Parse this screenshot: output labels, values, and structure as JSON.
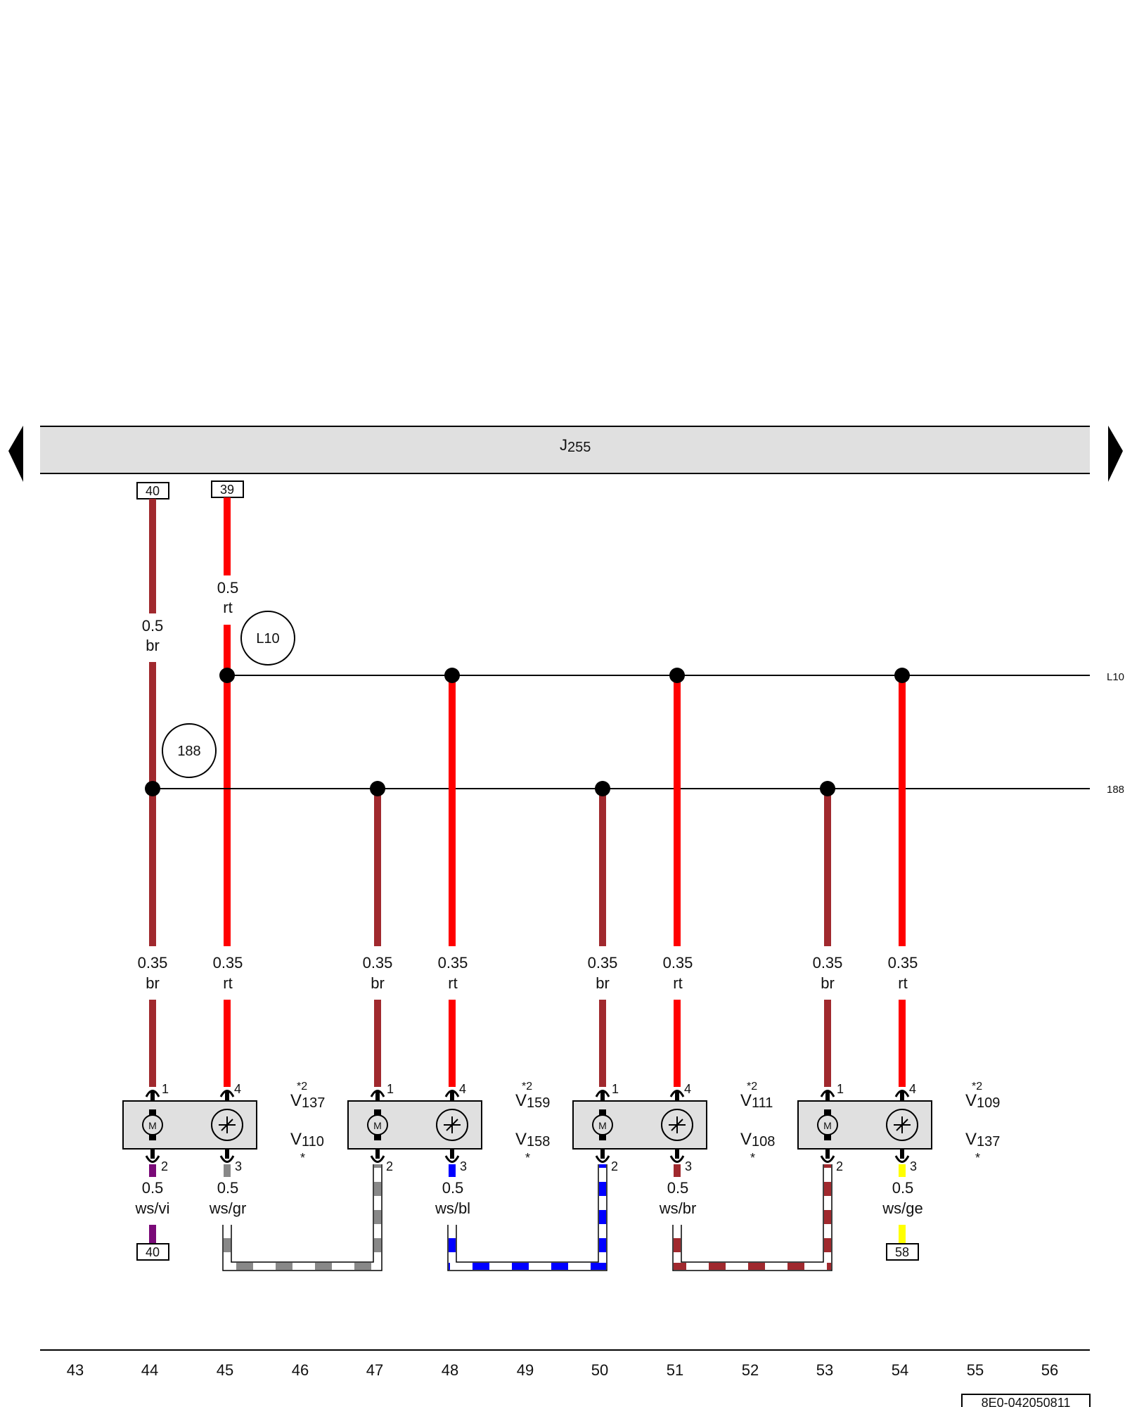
{
  "control_unit": {
    "prefix": "J",
    "number": "255"
  },
  "connectors_top": {
    "brown": "40",
    "red": "39"
  },
  "feed_wires": {
    "brown": {
      "size": "0.5",
      "color": "br"
    },
    "red": {
      "size": "0.5",
      "color": "rt"
    }
  },
  "bus_lines": {
    "red": {
      "circle": "L10",
      "end_label": "L10"
    },
    "brown": {
      "circle": "188",
      "end_label": "188"
    }
  },
  "motors": [
    {
      "pins": {
        "p1": "1",
        "p4": "4",
        "p2": "2",
        "p3": "3"
      },
      "wire_p1": {
        "size": "0.35",
        "color": "br"
      },
      "wire_p4": {
        "size": "0.35",
        "color": "rt"
      },
      "wire_p2": {
        "size": "0.5",
        "color": "ws/vi"
      },
      "wire_p3": {
        "size": "0.5",
        "color": "ws/gr"
      },
      "label_star2": "*2",
      "label_top": {
        "letter": "V",
        "num": "137"
      },
      "label_bottom": {
        "letter": "V",
        "num": "110"
      },
      "label_star": "*",
      "m_symbol": "M"
    },
    {
      "pins": {
        "p1": "1",
        "p4": "4",
        "p2": "2",
        "p3": "3"
      },
      "wire_p1": {
        "size": "0.35",
        "color": "br"
      },
      "wire_p4": {
        "size": "0.35",
        "color": "rt"
      },
      "wire_p3": {
        "size": "0.5",
        "color": "ws/bl"
      },
      "label_star2": "*2",
      "label_top": {
        "letter": "V",
        "num": "159"
      },
      "label_bottom": {
        "letter": "V",
        "num": "158"
      },
      "label_star": "*",
      "m_symbol": "M"
    },
    {
      "pins": {
        "p1": "1",
        "p4": "4",
        "p2": "2",
        "p3": "3"
      },
      "wire_p1": {
        "size": "0.35",
        "color": "br"
      },
      "wire_p4": {
        "size": "0.35",
        "color": "rt"
      },
      "wire_p3": {
        "size": "0.5",
        "color": "ws/br"
      },
      "label_star2": "*2",
      "label_top": {
        "letter": "V",
        "num": "111"
      },
      "label_bottom": {
        "letter": "V",
        "num": "108"
      },
      "label_star": "*",
      "m_symbol": "M"
    },
    {
      "pins": {
        "p1": "1",
        "p4": "4",
        "p2": "2",
        "p3": "3"
      },
      "wire_p1": {
        "size": "0.35",
        "color": "br"
      },
      "wire_p4": {
        "size": "0.35",
        "color": "rt"
      },
      "wire_p3": {
        "size": "0.5",
        "color": "ws/ge"
      },
      "label_star2": "*2",
      "label_top": {
        "letter": "V",
        "num": "109"
      },
      "label_bottom": {
        "letter": "V",
        "num": "137"
      },
      "label_star": "*",
      "m_symbol": "M"
    }
  ],
  "bottom_connectors": {
    "left": "40",
    "right": "58"
  },
  "track_numbers": [
    "43",
    "44",
    "45",
    "46",
    "47",
    "48",
    "49",
    "50",
    "51",
    "52",
    "53",
    "54",
    "55",
    "56"
  ],
  "document_id": "8E0-042050811",
  "colors": {
    "brown": "#a0292e",
    "red": "#ff0000",
    "violet": "#7a0a78",
    "grey": "#888888",
    "blue": "#0000ff",
    "yellow": "#ffff00",
    "box_fill": "#e0e0e0"
  }
}
